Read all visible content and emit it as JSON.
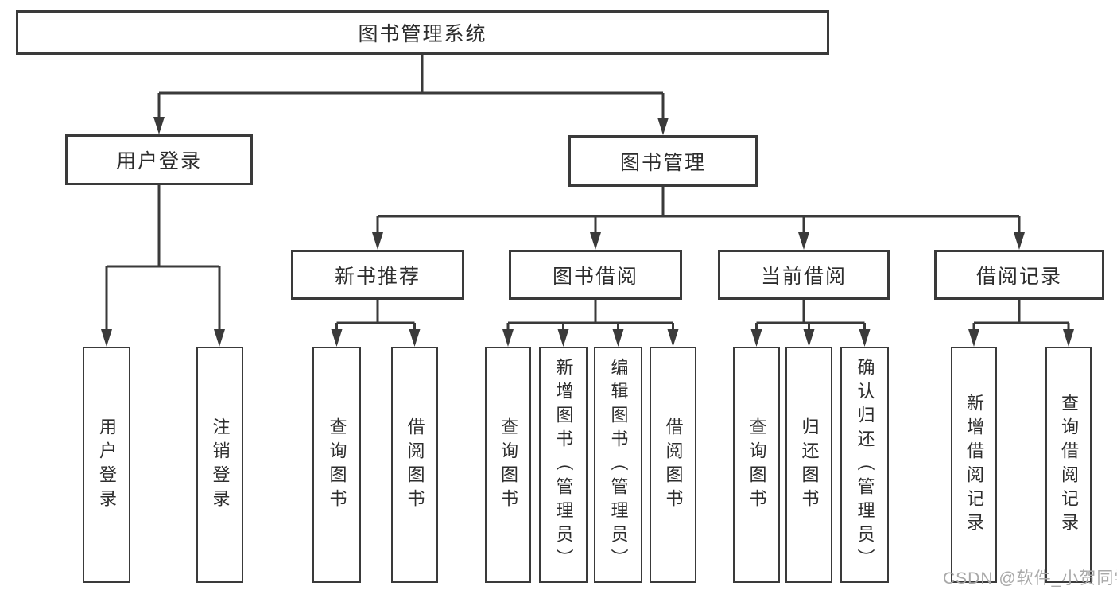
{
  "diagram": {
    "type": "hierarchy-tree",
    "title": "图书管理系统",
    "nodes": {
      "root": {
        "label": "图书管理系统",
        "level": 1
      },
      "user_login": {
        "label": "用户登录",
        "level": 2
      },
      "book_mgmt": {
        "label": "图书管理",
        "level": 2
      },
      "new_book_rec": {
        "label": "新书推荐",
        "level": 3
      },
      "book_borrow": {
        "label": "图书借阅",
        "level": 3
      },
      "current_borrow": {
        "label": "当前借阅",
        "level": 3
      },
      "borrow_record": {
        "label": "借阅记录",
        "level": 3
      },
      "leaf_user_login": {
        "label": "用户登录",
        "level": 4
      },
      "leaf_logout": {
        "label": "注销登录",
        "level": 4
      },
      "leaf_query_book_rec": {
        "label": "查询图书",
        "level": 4
      },
      "leaf_borrow_book_rec": {
        "label": "借阅图书",
        "level": 4
      },
      "leaf_query_book_borrow": {
        "label": "查询图书",
        "level": 4
      },
      "leaf_add_book": {
        "label": "新增图书（管理员）",
        "level": 4
      },
      "leaf_edit_book": {
        "label": "编辑图书（管理员）",
        "level": 4
      },
      "leaf_borrow_book_borrow": {
        "label": "借阅图书",
        "level": 4
      },
      "leaf_query_book_current": {
        "label": "查询图书",
        "level": 4
      },
      "leaf_return_book": {
        "label": "归还图书",
        "level": 4
      },
      "leaf_confirm_return": {
        "label": "确认归还（管理员）",
        "level": 4
      },
      "leaf_add_borrow_record": {
        "label": "新增借阅记录",
        "level": 4
      },
      "leaf_query_borrow_record": {
        "label": "查询借阅记录",
        "level": 4
      }
    },
    "edges": [
      {
        "from": "root",
        "to": "user_login"
      },
      {
        "from": "root",
        "to": "book_mgmt"
      },
      {
        "from": "user_login",
        "to": "leaf_user_login"
      },
      {
        "from": "user_login",
        "to": "leaf_logout"
      },
      {
        "from": "book_mgmt",
        "to": "new_book_rec"
      },
      {
        "from": "book_mgmt",
        "to": "book_borrow"
      },
      {
        "from": "book_mgmt",
        "to": "current_borrow"
      },
      {
        "from": "book_mgmt",
        "to": "borrow_record"
      },
      {
        "from": "new_book_rec",
        "to": "leaf_query_book_rec"
      },
      {
        "from": "new_book_rec",
        "to": "leaf_borrow_book_rec"
      },
      {
        "from": "book_borrow",
        "to": "leaf_query_book_borrow"
      },
      {
        "from": "book_borrow",
        "to": "leaf_add_book"
      },
      {
        "from": "book_borrow",
        "to": "leaf_edit_book"
      },
      {
        "from": "book_borrow",
        "to": "leaf_borrow_book_borrow"
      },
      {
        "from": "current_borrow",
        "to": "leaf_query_book_current"
      },
      {
        "from": "current_borrow",
        "to": "leaf_return_book"
      },
      {
        "from": "current_borrow",
        "to": "leaf_confirm_return"
      },
      {
        "from": "borrow_record",
        "to": "leaf_add_borrow_record"
      },
      {
        "from": "borrow_record",
        "to": "leaf_query_borrow_record"
      }
    ]
  },
  "watermark": "CSDN @软件_小贺同学",
  "colors": {
    "line": "#3a3a3a",
    "box_border": "#3a3a3a",
    "text": "#2d2d2d",
    "background": "#ffffff",
    "watermark": "#a9a9a9"
  }
}
